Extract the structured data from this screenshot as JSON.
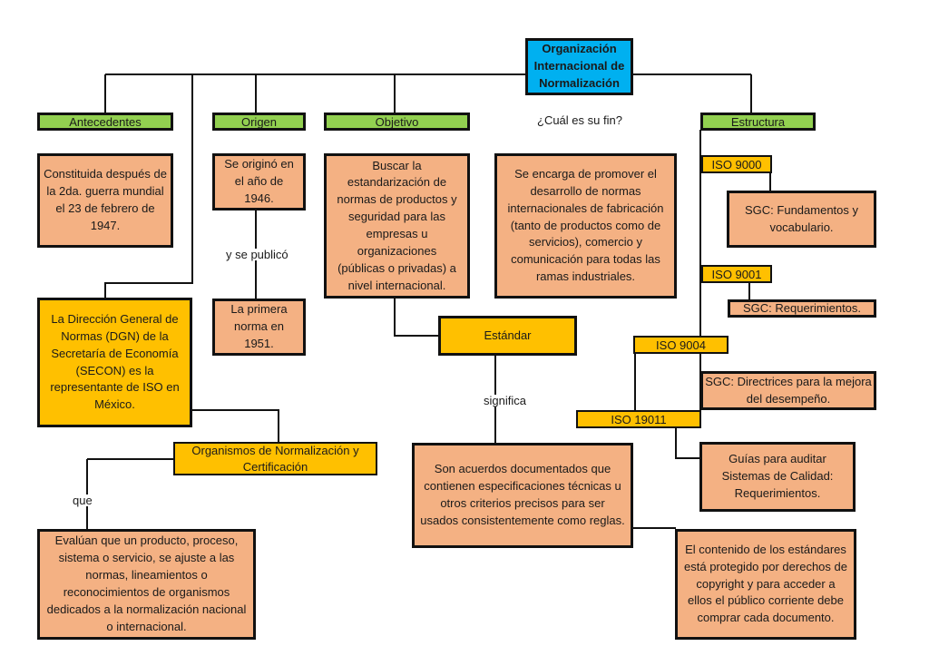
{
  "root": {
    "text": "Organización Internacional de Normalización"
  },
  "branches": {
    "antecedentes": "Antecedentes",
    "origen": "Origen",
    "objetivo": "Objetivo",
    "fin_question": "¿Cuál es su fin?",
    "estructura": "Estructura"
  },
  "nodes": {
    "antecedentes_text": "Constituida después de la 2da.  guerra mundial el  23 de febrero de 1947.",
    "origen_text": "Se originó en el año de 1946.",
    "publico_label": "y se publicó",
    "primera_norma": "La primera norma en 1951.",
    "objetivo_text": "Buscar la estandarización de normas de productos y seguridad para las empresas u organizaciones (públicas o privadas) a nivel internacional.",
    "fin_text": "Se encarga de promover el desarrollo de normas internacionales de fabricación (tanto de productos como de servicios), comercio y comunicación para todas las ramas industriales.",
    "dgn_text": "La Dirección General de Normas (DGN) de la Secretaría de Economía (SECON) es la representante de ISO en México.",
    "organismos": "Organismos de Normalización y Certificación",
    "que_label": "que",
    "evaluan_text": "Evalúan que un producto, proceso, sistema o servicio, se ajuste a las normas, lineamientos o reconocimientos de organismos dedicados a la normalización nacional o internacional.",
    "estandar": "Estándar",
    "significa_label": "significa",
    "acuerdos_text": "Son acuerdos documentados que contienen especificaciones técnicas u otros criterios precisos para ser usados consistentemente como reglas.",
    "copyright_text": "El contenido de los estándares está protegido por derechos de copyright y para acceder a ellos el público corriente debe comprar cada documento."
  },
  "iso": [
    {
      "code": "ISO 9000",
      "desc": "SGC: Fundamentos y vocabulario."
    },
    {
      "code": "ISO 9001",
      "desc": "SGC: Requerimientos."
    },
    {
      "code": "ISO 9004",
      "desc": "SGC: Directrices para la mejora del desempeño."
    },
    {
      "code": "ISO 19011",
      "desc": "Guías para auditar Sistemas de Calidad: Requerimientos."
    }
  ],
  "colors": {
    "root": "#00b0f0",
    "branch": "#92d050",
    "highlight": "#ffc000",
    "detail": "#f4b183",
    "line": "#111111"
  }
}
